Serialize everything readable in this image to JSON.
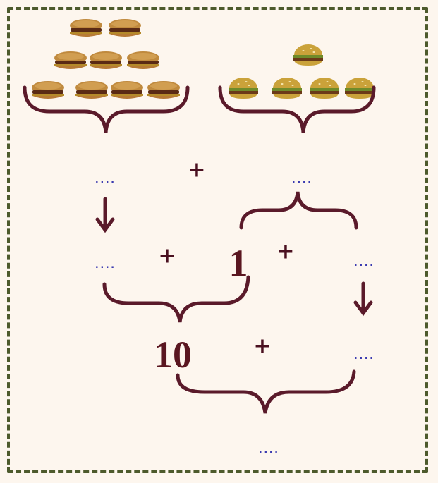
{
  "colors": {
    "background": "#fdf6ee",
    "border": "#4d5a2c",
    "brace": "#5a1a2a",
    "number": "#5a1620",
    "dots": "#3a3ab0"
  },
  "icons": {
    "flat_burger": "burger-icon",
    "round_burger": "round-burger-icon"
  },
  "groups": {
    "left": {
      "icon": "burger-icon",
      "count": 9
    },
    "right": {
      "icon": "round-burger-icon",
      "count": 5
    }
  },
  "symbols": {
    "plus": "+",
    "blank": "....",
    "one": "1",
    "ten": "10"
  }
}
